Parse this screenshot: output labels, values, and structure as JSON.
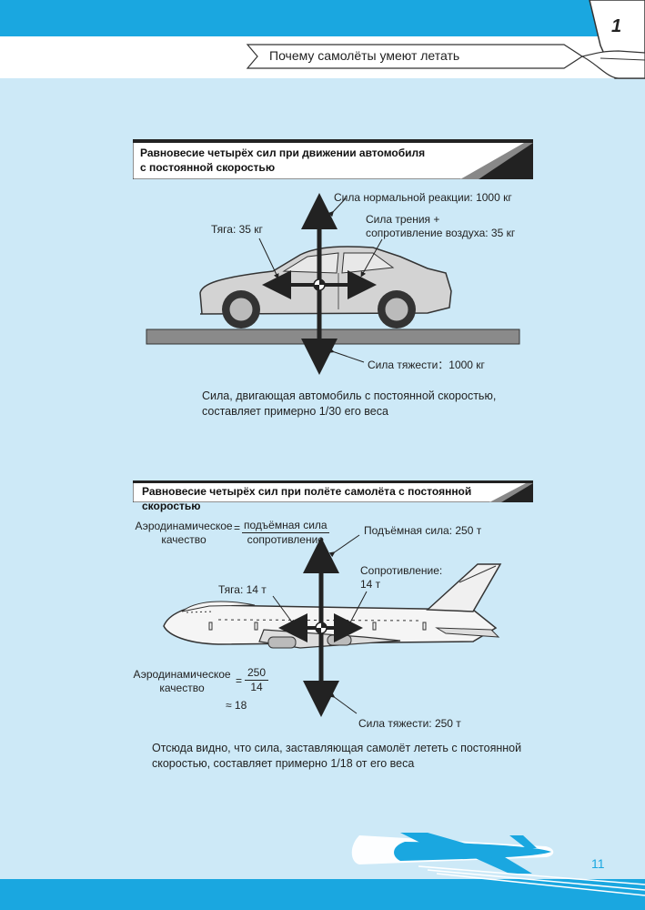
{
  "header": {
    "chapter_number": "1",
    "chapter_title": "Почему самолёты умеют летать"
  },
  "section_car": {
    "banner_line1": "Равновесие четырёх сил при движении автомобиля",
    "banner_line2": "с постоянной скоростью",
    "normal_force": "Сила нормальной реакции: 1000 кг",
    "thrust": "Тяга: 35 кг",
    "friction_line1": "Сила трения +",
    "friction_line2": "сопротивление воздуха: 35 кг",
    "gravity": "Сила тяжести：1000 кг",
    "caption_line1": "Сила, двигающая автомобиль с постоянной скоростью,",
    "caption_line2": "составляет примерно 1/30 его веса"
  },
  "section_plane": {
    "banner": "Равновесие четырёх сил при полёте самолёта с постоянной скоростью",
    "aero_quality_line1": "Аэродинамическое",
    "aero_quality_line2": "качество",
    "eq": "=",
    "formula_numerator": "подъёмная сила",
    "formula_denominator": "сопротивление",
    "lift": "Подъёмная сила: 250 т",
    "thrust": "Тяга: 14 т",
    "drag_line1": "Сопротивление:",
    "drag_line2": "14 т",
    "calc_numerator": "250",
    "calc_denominator": "14",
    "calc_result": "≈ 18",
    "gravity": "Сила тяжести: 250 т",
    "caption_line1": "Отсюда видно, что сила, заставляющая самолёт лететь с постоянной",
    "caption_line2": "скоростью, составляет примерно 1/18 от его веса"
  },
  "footer": {
    "page_number": "11"
  },
  "colors": {
    "accent_blue": "#1aa7e0",
    "content_bg": "#cde9f7",
    "ground_gray": "#8a8a8a"
  }
}
